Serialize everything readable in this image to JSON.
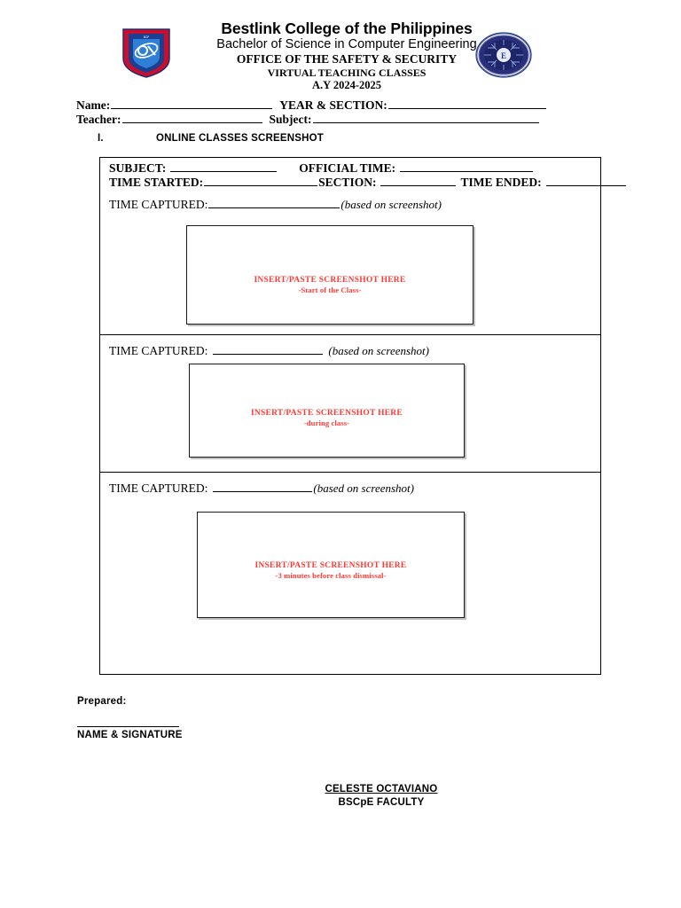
{
  "header": {
    "school_name": "Bestlink College of the Philippines",
    "program_name": "Bachelor of Science in Computer Engineering",
    "office_line": "OFFICE OF THE SAFETY & SECURITY",
    "virtual_line": "VIRTUAL TEACHING CLASSES",
    "academic_year": "A.Y 2024-2025",
    "logo_left_name": "bestlink-college-shield-logo",
    "logo_right_name": "computer-engineering-department-seal"
  },
  "fields": {
    "name_label": "Name:",
    "year_section_label": "YEAR & SECTION:",
    "teacher_label": "Teacher:",
    "subject_label": "Subject:",
    "name_value": "",
    "year_section_value": "",
    "teacher_value": "",
    "subject_value": ""
  },
  "section": {
    "number": "I.",
    "title": "ONLINE CLASSES SCREENSHOT"
  },
  "class_info": {
    "subject_label": "SUBJECT:",
    "official_time_label": "OFFICIAL TIME:",
    "time_started_label": "TIME STARTED:",
    "section_label": "SECTION:",
    "time_ended_label": "TIME ENDED:",
    "subject_value": "",
    "official_time_value": "",
    "time_started_value": "",
    "section_value": "",
    "time_ended_value": ""
  },
  "captures": [
    {
      "time_captured_label": "TIME CAPTURED:",
      "time_captured_value": "",
      "based_on": "(based on screenshot)",
      "placeholder_title": "INSERT/PASTE SCREENSHOT HERE",
      "placeholder_sub": "-Start of the Class-"
    },
    {
      "time_captured_label": "TIME CAPTURED:",
      "time_captured_value": "",
      "based_on": "(based on screenshot)",
      "placeholder_title": "INSERT/PASTE SCREENSHOT HERE",
      "placeholder_sub": "-during class-"
    },
    {
      "time_captured_label": "TIME CAPTURED:",
      "time_captured_value": "",
      "based_on": "(based on screenshot)",
      "placeholder_title": "INSERT/PASTE SCREENSHOT HERE",
      "placeholder_sub": "-3 minutes before class dismissal-"
    }
  ],
  "footer": {
    "prepared_label": "Prepared:",
    "name_signature_label": "NAME & SIGNATURE",
    "signature_value": "",
    "faculty_name": "CELESTE OCTAVIANO",
    "faculty_title": "BSCpE FACULTY"
  },
  "colors": {
    "placeholder_red": "#fd3a35",
    "text_black": "#000000",
    "logo_blue": "#1d3f91",
    "logo_red": "#c8102e"
  }
}
